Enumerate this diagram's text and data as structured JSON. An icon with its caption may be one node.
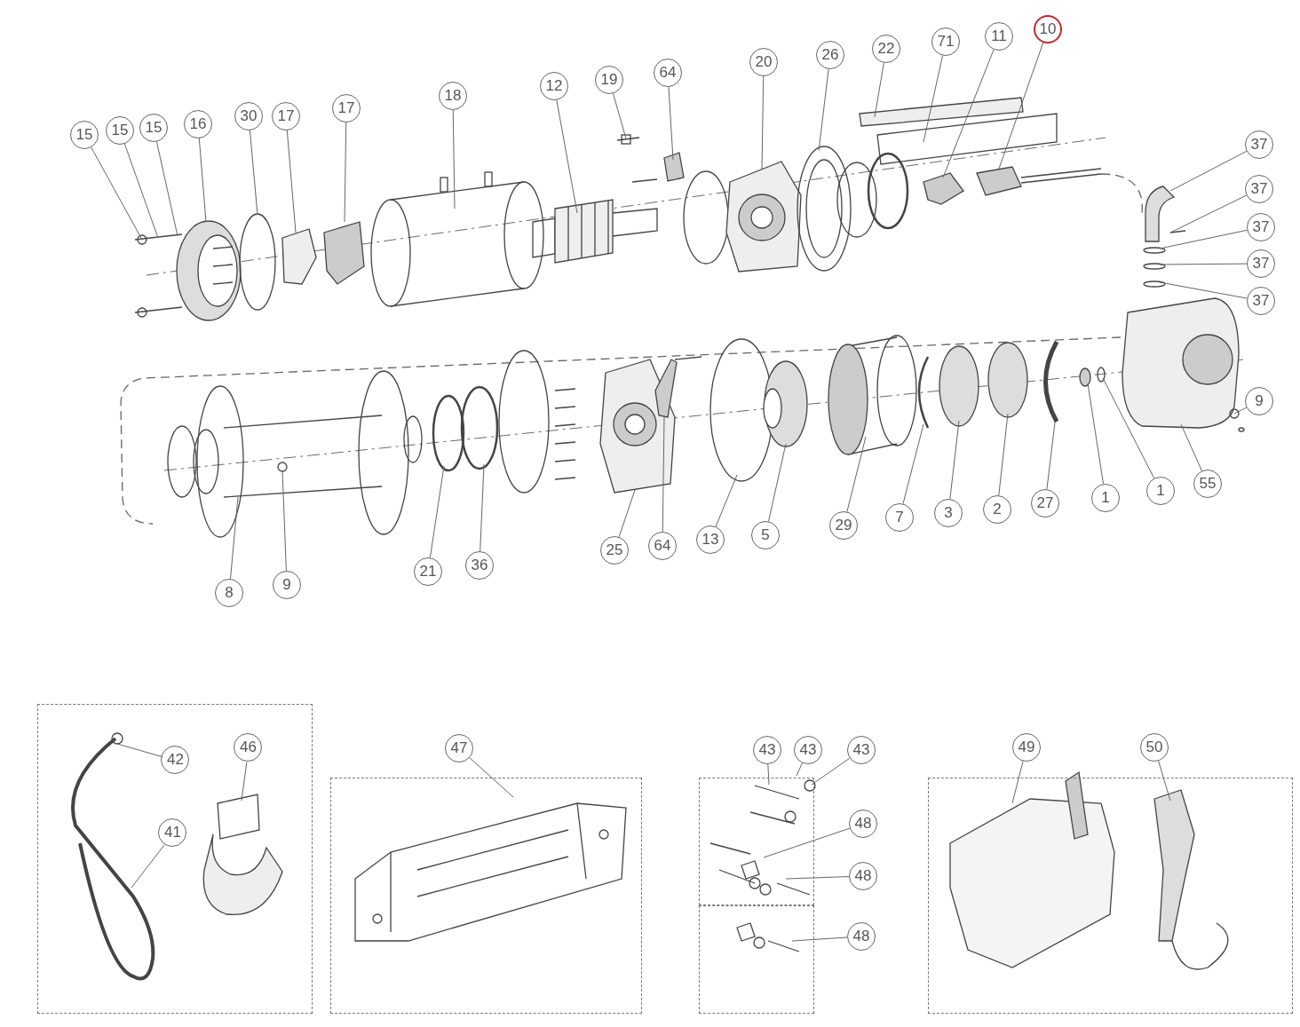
{
  "diagram": {
    "nodes": [
      {
        "text": [
          "15"
        ]
      },
      {
        "text": [
          "15"
        ]
      },
      {
        "text": [
          "15"
        ]
      },
      {
        "text": [
          "16"
        ]
      },
      {
        "text": [
          "30"
        ]
      },
      {
        "text": [
          "17"
        ]
      },
      {
        "text": [
          "17"
        ]
      },
      {
        "text": [
          "18"
        ]
      },
      {
        "text": [
          "12"
        ]
      },
      {
        "text": [
          "19"
        ]
      },
      {
        "text": [
          "64"
        ]
      },
      {
        "text": [
          "20"
        ]
      },
      {
        "text": [
          "26"
        ]
      },
      {
        "text": [
          "22"
        ]
      },
      {
        "text": [
          "71"
        ]
      },
      {
        "text": [
          "11"
        ]
      },
      {
        "text": [
          "10"
        ]
      },
      {
        "text": [
          "37"
        ]
      },
      {
        "text": [
          "37"
        ]
      },
      {
        "text": [
          "37"
        ]
      },
      {
        "text": [
          "37"
        ]
      },
      {
        "text": [
          "37"
        ]
      },
      {
        "text": [
          "9"
        ]
      },
      {
        "text": [
          "55"
        ]
      },
      {
        "text": [
          "1"
        ]
      },
      {
        "text": [
          "1"
        ]
      },
      {
        "text": [
          "27"
        ]
      },
      {
        "text": [
          "2"
        ]
      },
      {
        "text": [
          "3"
        ]
      },
      {
        "text": [
          "7"
        ]
      },
      {
        "text": [
          "29"
        ]
      },
      {
        "text": [
          "5"
        ]
      },
      {
        "text": [
          "13"
        ]
      },
      {
        "text": [
          "64"
        ]
      },
      {
        "text": [
          "25"
        ]
      },
      {
        "text": [
          "36"
        ]
      },
      {
        "text": [
          "21"
        ]
      },
      {
        "text": [
          "9"
        ]
      },
      {
        "text": [
          "8"
        ]
      },
      {
        "text": [],
        "shape": "box"
      },
      {
        "text": [
          "42"
        ],
        "in": 39
      },
      {
        "text": [
          "46"
        ],
        "in": 39
      },
      {
        "text": [
          "41"
        ],
        "in": 39
      },
      {
        "text": [],
        "shape": "box"
      },
      {
        "text": [
          "47"
        ]
      },
      {
        "text": [],
        "shape": "box"
      },
      {
        "text": [
          "43"
        ]
      },
      {
        "text": [
          "43"
        ]
      },
      {
        "text": [
          "43"
        ]
      },
      {
        "text": [],
        "shape": "box"
      },
      {
        "text": [
          "48"
        ]
      },
      {
        "text": [
          "48"
        ]
      },
      {
        "text": [
          "48"
        ]
      },
      {
        "text": [],
        "shape": "box"
      },
      {
        "text": [
          "49"
        ]
      },
      {
        "text": [
          "50"
        ]
      }
    ],
    "edges": [
      {
        "from": 0,
        "to": null,
        "arrow": "none"
      },
      {
        "from": 1,
        "to": null,
        "arrow": "none"
      },
      {
        "from": 2,
        "to": null,
        "arrow": "none"
      },
      {
        "from": 3,
        "to": null,
        "arrow": "none"
      },
      {
        "from": 4,
        "to": null,
        "arrow": "none"
      },
      {
        "from": 5,
        "to": null,
        "arrow": "none"
      },
      {
        "from": 6,
        "to": null,
        "arrow": "none"
      },
      {
        "from": 7,
        "to": null,
        "arrow": "none"
      },
      {
        "from": 8,
        "to": null,
        "arrow": "none"
      },
      {
        "from": 9,
        "to": null,
        "arrow": "none"
      },
      {
        "from": 10,
        "to": null,
        "arrow": "none"
      },
      {
        "from": 11,
        "to": null,
        "arrow": "none"
      },
      {
        "from": 12,
        "to": null,
        "arrow": "none"
      },
      {
        "from": 13,
        "to": null,
        "arrow": "none"
      },
      {
        "from": 14,
        "to": null,
        "arrow": "none"
      },
      {
        "from": 15,
        "to": null,
        "arrow": "none"
      },
      {
        "from": 16,
        "to": null,
        "arrow": "none"
      },
      {
        "from": 17,
        "to": null,
        "arrow": "none"
      },
      {
        "from": 18,
        "to": null,
        "arrow": "none"
      },
      {
        "from": 19,
        "to": null,
        "arrow": "none"
      },
      {
        "from": 20,
        "to": null,
        "arrow": "none"
      },
      {
        "from": 21,
        "to": null,
        "arrow": "none"
      },
      {
        "from": 22,
        "to": null,
        "arrow": "none"
      },
      {
        "from": 23,
        "to": null,
        "arrow": "none"
      },
      {
        "from": 24,
        "to": null,
        "arrow": "none"
      },
      {
        "from": 25,
        "to": null,
        "arrow": "none"
      },
      {
        "from": 26,
        "to": null,
        "arrow": "none"
      },
      {
        "from": 27,
        "to": null,
        "arrow": "none"
      },
      {
        "from": 28,
        "to": null,
        "arrow": "none"
      },
      {
        "from": 29,
        "to": null,
        "arrow": "none"
      },
      {
        "from": 30,
        "to": null,
        "arrow": "none"
      },
      {
        "from": 31,
        "to": null,
        "arrow": "none"
      },
      {
        "from": 32,
        "to": null,
        "arrow": "none"
      },
      {
        "from": 33,
        "to": null,
        "arrow": "none"
      },
      {
        "from": 34,
        "to": null,
        "arrow": "none"
      },
      {
        "from": 35,
        "to": null,
        "arrow": "none"
      },
      {
        "from": 36,
        "to": null,
        "arrow": "none"
      },
      {
        "from": 37,
        "to": null,
        "arrow": "none"
      },
      {
        "from": 38,
        "to": null,
        "arrow": "none"
      },
      {
        "from": 40,
        "to": null,
        "arrow": "none"
      },
      {
        "from": 41,
        "to": null,
        "arrow": "none"
      },
      {
        "from": 42,
        "to": null,
        "arrow": "none"
      },
      {
        "from": 44,
        "to": 43,
        "arrow": "none"
      },
      {
        "from": 46,
        "to": 45,
        "arrow": "none"
      },
      {
        "from": 47,
        "to": 45,
        "arrow": "none"
      },
      {
        "from": 48,
        "to": 45,
        "arrow": "none"
      },
      {
        "from": 50,
        "to": 45,
        "arrow": "none"
      },
      {
        "from": 51,
        "to": 45,
        "arrow": "none"
      },
      {
        "from": 52,
        "to": 49,
        "arrow": "none"
      },
      {
        "from": 54,
        "to": 53,
        "arrow": "none"
      },
      {
        "from": 55,
        "to": 53,
        "arrow": "none"
      }
    ]
  }
}
